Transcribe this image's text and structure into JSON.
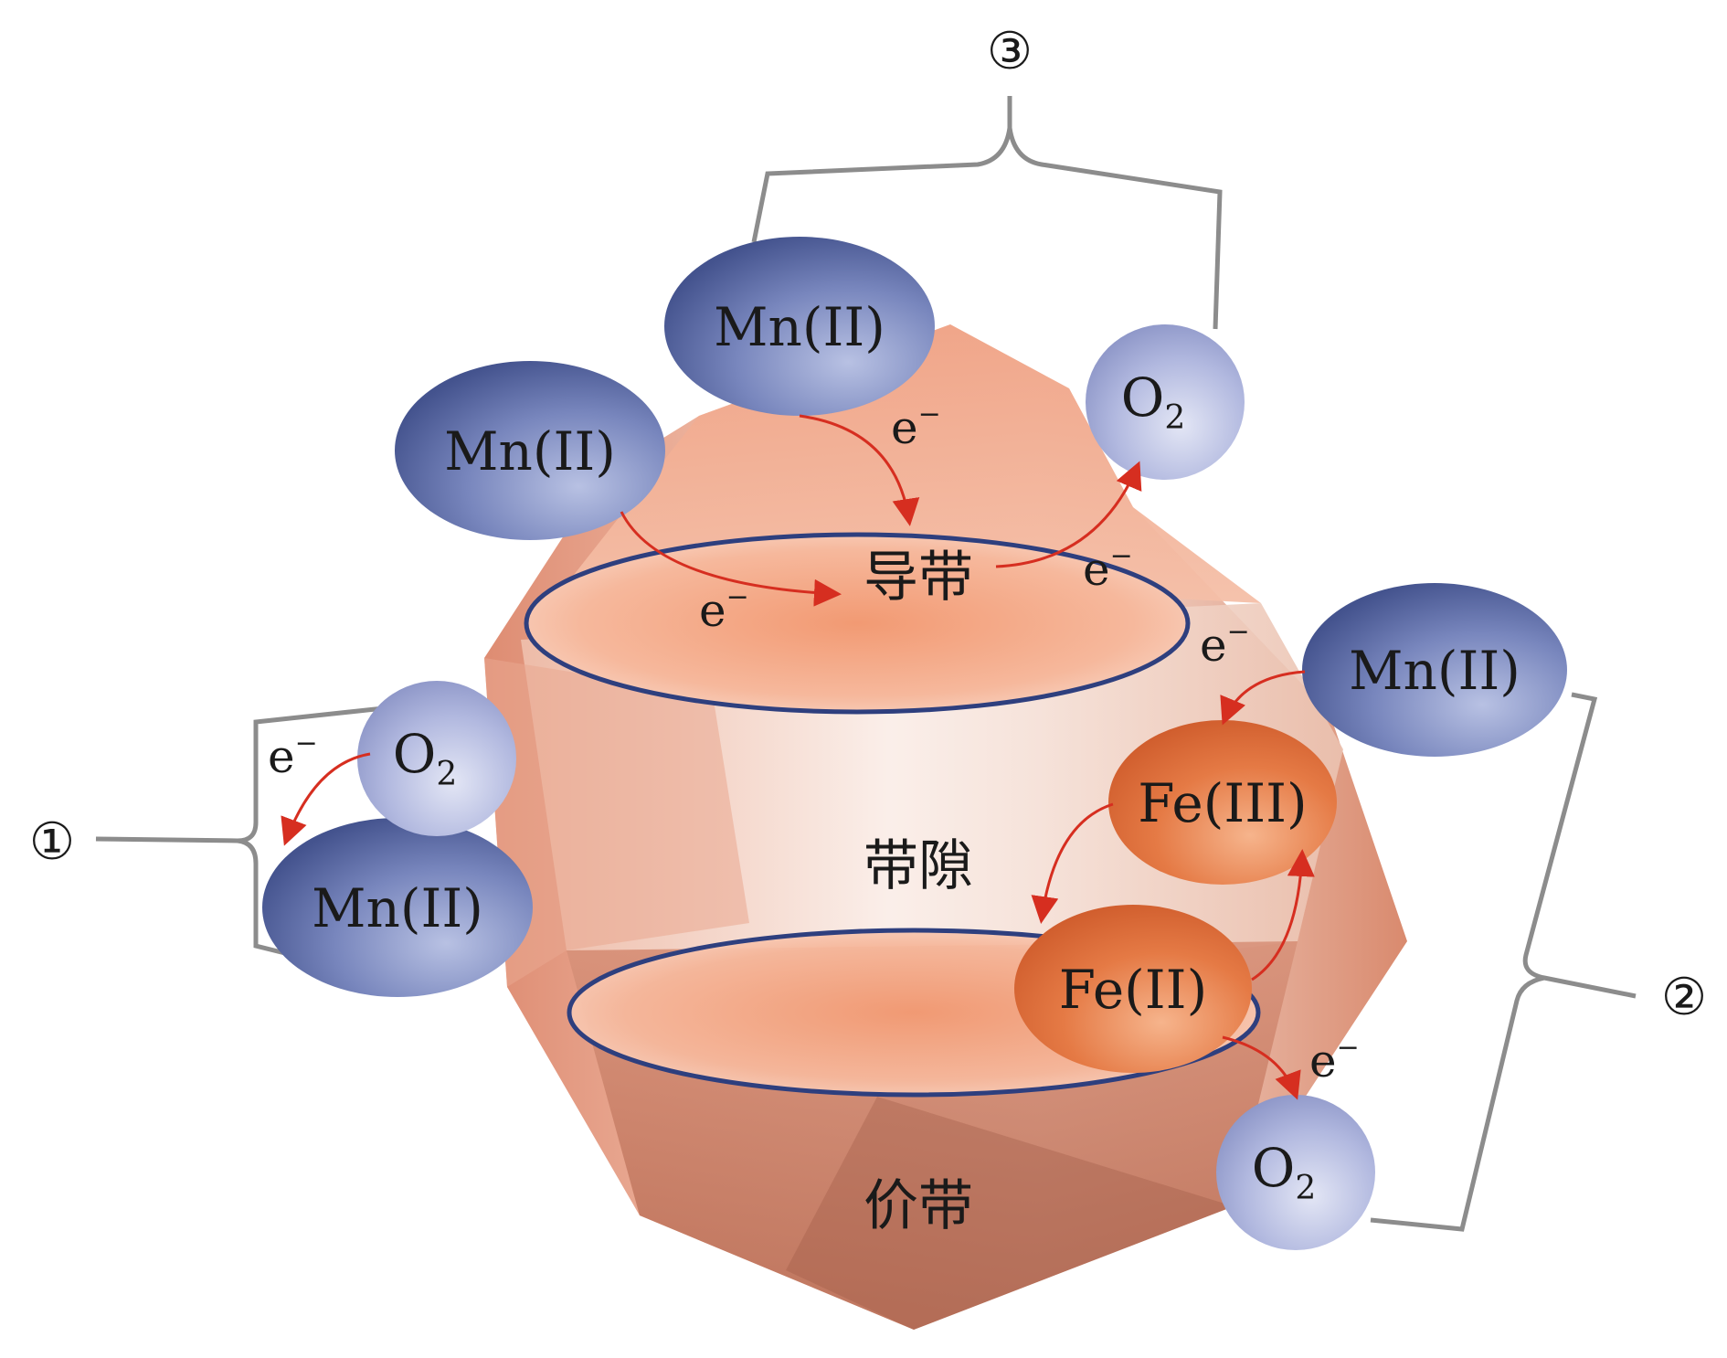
{
  "species": {
    "mn_top": "Mn(II)",
    "mn_left_upper": "Mn(II)",
    "mn_left_lower": "Mn(II)",
    "mn_right": "Mn(II)",
    "o2_top_base": "O",
    "o2_left_base": "O",
    "o2_bottom_base": "O",
    "o2_sub": "2",
    "fe3": "Fe(III)",
    "fe2": "Fe(II)"
  },
  "bands": {
    "conduction": "导带",
    "gap": "带隙",
    "valence": "价带"
  },
  "electron": {
    "base": "e",
    "sign": "−"
  },
  "markers": {
    "one": "①",
    "two": "②",
    "three": "③"
  },
  "colors": {
    "mineral": "#e8967a",
    "mineral_light": "#f6c9b6",
    "mn_ellipse": "#6f7fb5",
    "o2_ellipse": "#aeb6de",
    "fe_ellipse": "#e0733f",
    "arrow": "#d62e20",
    "band_ring": "#2e3f7e",
    "bracket": "#8c8c8c"
  }
}
